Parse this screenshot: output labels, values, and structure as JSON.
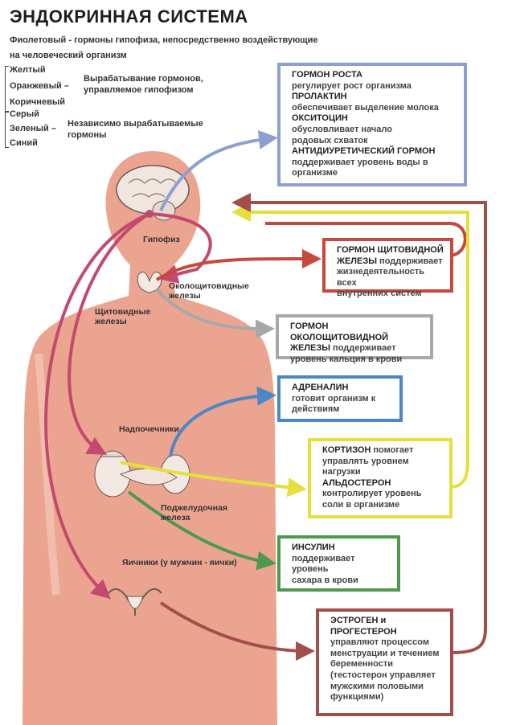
{
  "title": "ЭНДОКРИННАЯ СИСТЕМА",
  "legend": {
    "violet_line1": "Фиолетовый - гормоны гипофиза, непосредственно воздействующие",
    "violet_line2": "на человеческий организм",
    "group1": {
      "colors": [
        "Желтый",
        "Оранжевый –",
        "Коричневый"
      ],
      "desc_line1": "Вырабатывание гормонов,",
      "desc_line2": "управляемое гипофизом"
    },
    "group2": {
      "colors": [
        "Серый",
        "Зеленый –",
        "Синий"
      ],
      "desc_line1": "Независимо вырабатываемые",
      "desc_line2": "гормоны"
    }
  },
  "organs": {
    "pituitary": "Гипофиз",
    "parathyroid_line1": "Околощитовидные",
    "parathyroid_line2": "железы",
    "thyroid_line1": "Щитовидные",
    "thyroid_line2": "железы",
    "adrenals": "Надпочечники",
    "pancreas_line1": "Поджелудочная",
    "pancreas_line2": "железа",
    "ovaries": "Яичники (у мужчин - яички)"
  },
  "colors": {
    "body": "#eaa48f",
    "pituitary": "#8c9fd0",
    "thyroid": "#c9473b",
    "parathyroid": "#a8a8ab",
    "adrenaline": "#4b87c6",
    "adrenal_cortex": "#e4df3a",
    "insulin": "#4d9a4f",
    "sex": "#a24f4a",
    "violet": "#c24a6e"
  },
  "boxes": [
    {
      "id": "pituitary-hormones",
      "color": "#8c9fd0",
      "lines": [
        {
          "b": "ГОРМОН РОСТА"
        },
        {
          "t": "регулирует рост организма"
        },
        {
          "b": "ПРОЛАКТИН"
        },
        {
          "t": "обеспечивает выделение молока"
        },
        {
          "b": "ОКСИТОЦИН"
        },
        {
          "t": "обусловливает начало"
        },
        {
          "t": "родовых схваток"
        },
        {
          "b": "АНТИДИУРЕТИЧЕСКИЙ ГОРМОН"
        },
        {
          "t": "поддерживает уровень воды в"
        },
        {
          "t": "организме"
        }
      ]
    },
    {
      "id": "thyroid-hormone",
      "color": "#c9473b",
      "lines": [
        {
          "b": "ГОРМОН ЩИТОВИДНОЙ"
        },
        {
          "b": "ЖЕЛЕЗЫ",
          "t": " поддерживает"
        },
        {
          "t": "жизнедеятельность всех"
        },
        {
          "t": "внутренних систем"
        }
      ]
    },
    {
      "id": "parathyroid-hormone",
      "color": "#a8a8ab",
      "lines": [
        {
          "b": "ГОРМОН ОКОЛОЩИТОВИДНОЙ"
        },
        {
          "b": "ЖЕЛЕЗЫ",
          "t": " поддерживает"
        },
        {
          "t": "уровень кальция в крови"
        }
      ]
    },
    {
      "id": "adrenaline",
      "color": "#4b87c6",
      "lines": [
        {
          "b": "АДРЕНАЛИН"
        },
        {
          "t": "готовит организм к"
        },
        {
          "t": "действиям"
        }
      ]
    },
    {
      "id": "cortisone-aldosterone",
      "color": "#e4df3a",
      "lines": [
        {
          "b": "КОРТИЗОН",
          "t": " помогает"
        },
        {
          "t": "управлять уровнем"
        },
        {
          "t": "нагрузки"
        },
        {
          "b": "АЛЬДОСТЕРОН"
        },
        {
          "t": "контролирует уровень"
        },
        {
          "t": "соли в организме"
        }
      ]
    },
    {
      "id": "insulin",
      "color": "#4d9a4f",
      "lines": [
        {
          "b": "ИНСУЛИН"
        },
        {
          "t": "поддерживает уровень"
        },
        {
          "t": "сахара в крови"
        }
      ]
    },
    {
      "id": "estrogen-progesterone",
      "color": "#a24f4a",
      "lines": [
        {
          "b": "ЭСТРОГЕН и"
        },
        {
          "b": "ПРОГЕСТЕРОН"
        },
        {
          "t": "управляют процессом"
        },
        {
          "t": "менструации и течением"
        },
        {
          "t": "беременности"
        },
        {
          "t": "(тестостерон управляет"
        },
        {
          "t": "мужскими половыми"
        },
        {
          "t": "функциями)"
        }
      ]
    }
  ]
}
